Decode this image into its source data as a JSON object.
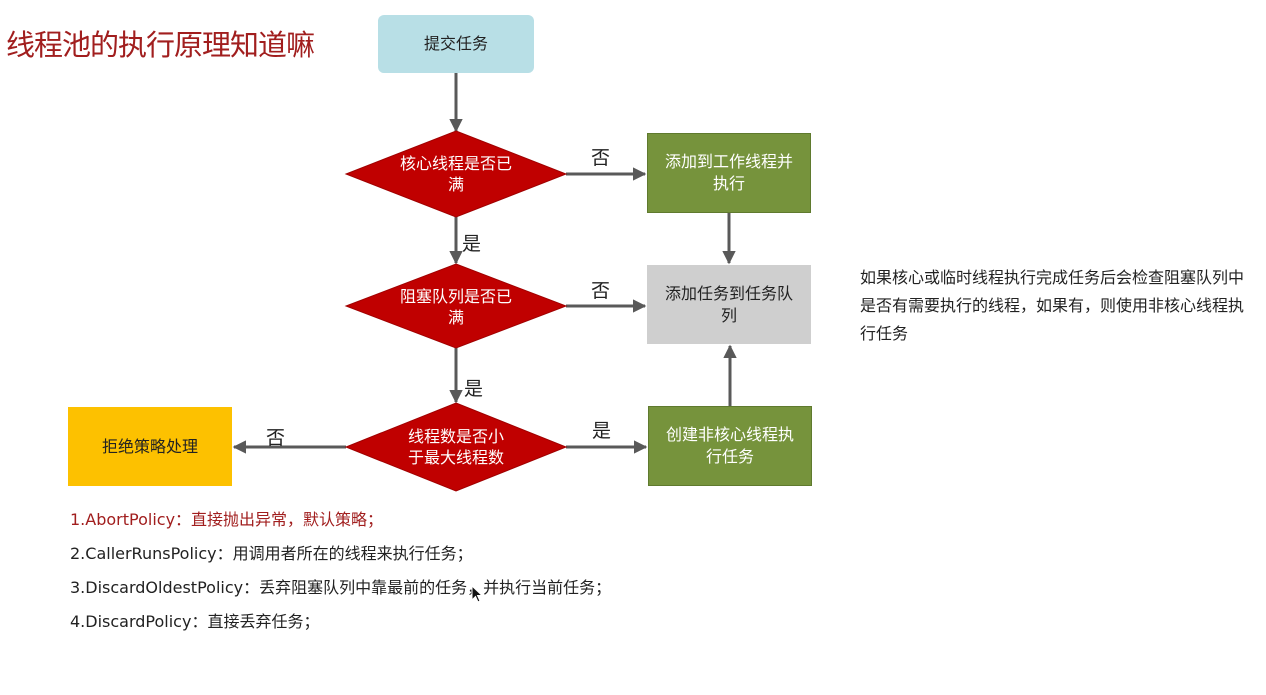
{
  "title": "线程池的执行原理知道嘛",
  "nodes": {
    "submit": "提交任务",
    "core_full": "核心线程是否已满",
    "add_worker": "添加到工作线程并执行",
    "queue_full": "阻塞队列是否已满",
    "add_queue": "添加任务到任务队列",
    "max_threads": "线程数是否小于最大线程数",
    "create_noncore": "创建非核心线程执行任务",
    "reject": "拒绝策略处理"
  },
  "edges": {
    "no_1": "否",
    "yes_1": "是",
    "no_2": "否",
    "yes_2": "是",
    "yes_3": "是",
    "no_3": "否"
  },
  "note": "如果核心或临时线程执行完成任务后会检查阻塞队列中是否有需要执行的线程，如果有，则使用非核心线程执行任务",
  "policies": [
    "1.AbortPolicy：直接抛出异常，默认策略；",
    "2.CallerRunsPolicy：用调用者所在的线程来执行任务；",
    "3.DiscardOldestPolicy：丢弃阻塞队列中靠最前的任务，并执行当前任务；",
    "4.DiscardPolicy：直接丢弃任务；"
  ],
  "colors": {
    "title": "#a11e1e",
    "decision": "#c00000",
    "start": "#b8dfe6",
    "action": "#76933c",
    "queue": "#cfcfcf",
    "reject": "#fdc100",
    "arrow": "#595959"
  }
}
